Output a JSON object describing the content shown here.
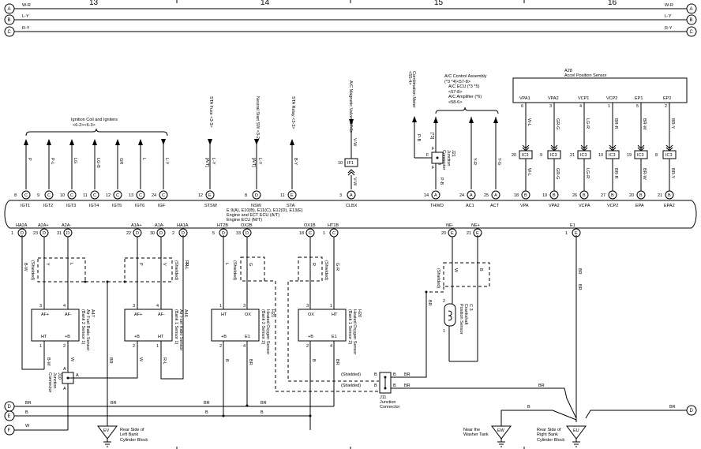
{
  "page_columns": [
    "13",
    "14",
    "15",
    "16"
  ],
  "bus_lines_top": [
    {
      "id": "A",
      "wire": "W-R"
    },
    {
      "id": "B",
      "wire": "L-Y"
    },
    {
      "id": "C",
      "wire": "R-Y"
    }
  ],
  "bus_lines_bottom": [
    {
      "id": "D",
      "wire": "BR"
    },
    {
      "id": "E",
      "wire": "B"
    },
    {
      "id": "F",
      "wire": "W"
    }
  ],
  "ecu": {
    "label_1": "E 9(A), E10(B), E11(C), E12(D), E13(E)",
    "label_2": "Engine and ECT ECU (A/T)",
    "label_3": "Engine ECU (M/T)"
  },
  "ignition": {
    "title": "Ignition Coil and Igniters",
    "ref": "<6-2><6-3>"
  },
  "top_pins": [
    {
      "pin": "8",
      "conn": "C",
      "name": "IGT1",
      "wire": "P"
    },
    {
      "pin": "9",
      "conn": "C",
      "name": "IGT2",
      "wire": "P-L"
    },
    {
      "pin": "10",
      "conn": "C",
      "name": "IGT3",
      "wire": "LG"
    },
    {
      "pin": "11",
      "conn": "C",
      "name": "IGT4",
      "wire": "LG-B"
    },
    {
      "pin": "12",
      "conn": "C",
      "name": "IGT5",
      "wire": "GR"
    },
    {
      "pin": "13",
      "conn": "C",
      "name": "IGT6",
      "wire": "L"
    },
    {
      "pin": "24",
      "conn": "C",
      "name": "IGF",
      "wire": "L-Y"
    },
    {
      "pin": "12",
      "conn": "E",
      "name": "STSW",
      "wire": "L-Y",
      "note": "[A/T]",
      "dest": "STA Fuse <3-3>"
    },
    {
      "pin": "8",
      "conn": "D",
      "name": "NSW",
      "wire": "L-Y",
      "note": "[A/T]",
      "dest": "Neutral Start SW <3-2>"
    },
    {
      "pin": "11",
      "conn": "E",
      "name": "STA",
      "wire": "B-Y",
      "dest": "STA Relay <3-3>"
    },
    {
      "pin": "3",
      "conn": "A",
      "name": "CLBX",
      "wire": "V-W",
      "dest": "A/C Magnetic Valve <57-5>"
    },
    {
      "pin": "14",
      "conn": "A",
      "name": "THWO",
      "wire": "P-B"
    },
    {
      "pin": "24",
      "conn": "A",
      "name": "AC1",
      "wire": "Y-R"
    },
    {
      "pin": "25",
      "conn": "A",
      "name": "ACT",
      "wire": "Y-G"
    }
  ],
  "if1": {
    "pin": "10",
    "label": "IF1",
    "wire_top": "V-W",
    "wire_bottom": "V-W"
  },
  "combination_meter": {
    "title": "Combination Meter",
    "ref": "<55-4>"
  },
  "ac_control": {
    "line1": "A/C Control Assembly",
    "line2": "(*3 *4)<57-8>",
    "line3": "A/C ECU (*3 *5)",
    "line4": "<57-8>",
    "line5": "A/C Amplifier (*6)",
    "line6": "<58-6>"
  },
  "j21": {
    "id": "J21",
    "line1": "Junction",
    "line2": "Connector",
    "terminal": "F",
    "note": "[*3]"
  },
  "accel_sensor": {
    "id": "A28",
    "title": "Accel Position Sensor",
    "terminals": [
      {
        "name": "VPA1",
        "pin": "6",
        "wire": "W-L",
        "ic_pin": "20",
        "ic": "IC3",
        "ecu_pin": "18",
        "ecu_conn": "B",
        "ecu_name": "VPA"
      },
      {
        "name": "VPA2",
        "pin": "3",
        "wire": "GR-G",
        "ic_pin": "9",
        "ic": "IC3",
        "ecu_pin": "19",
        "ecu_conn": "B",
        "ecu_name": "VPA2"
      },
      {
        "name": "VCP1",
        "pin": "4",
        "wire": "LG-R",
        "ic_pin": "21",
        "ic": "IC3",
        "ecu_pin": "26",
        "ecu_conn": "B",
        "ecu_name": "VCPA"
      },
      {
        "name": "VCP2",
        "pin": "1",
        "wire": "BR-R",
        "ic_pin": "10",
        "ic": "IC3",
        "ecu_pin": "27",
        "ecu_conn": "B",
        "ecu_name": "VCP2"
      },
      {
        "name": "EP1",
        "pin": "5",
        "wire": "BR-W",
        "ic_pin": "19",
        "ic": "IC3",
        "ecu_pin": "20",
        "ecu_conn": "B",
        "ecu_name": "EPA"
      },
      {
        "name": "EP2",
        "pin": "2",
        "wire": "BR-Y",
        "ic_pin": "8",
        "ic": "IC3",
        "ecu_pin": "21",
        "ecu_conn": "B",
        "ecu_name": "EPA2"
      }
    ]
  },
  "bottom_pins": [
    {
      "pin": "1",
      "conn": "D",
      "name": "HA2A",
      "wire": "B-W"
    },
    {
      "pin": "23",
      "conn": "D",
      "name": "A2A+",
      "wire": "Y"
    },
    {
      "pin": "31",
      "conn": "D",
      "name": "A2A-",
      "wire": "L"
    },
    {
      "pin": "22",
      "conn": "D",
      "name": "A1A+",
      "wire": "P"
    },
    {
      "pin": "30",
      "conn": "D",
      "name": "A1A-",
      "wire": "V"
    },
    {
      "pin": "2",
      "conn": "D",
      "name": "HA1A",
      "wire": "R-L"
    },
    {
      "pin": "5",
      "conn": "D",
      "name": "HT2B",
      "wire": "L"
    },
    {
      "pin": "33",
      "conn": "D",
      "name": "OX2B",
      "wire": "G"
    },
    {
      "pin": "18",
      "conn": "C",
      "name": "OX1B",
      "wire": "R"
    },
    {
      "pin": "1",
      "conn": "C",
      "name": "HT1B",
      "wire": "G-R"
    },
    {
      "pin": "20",
      "conn": "E",
      "name": "NE-",
      "wire": "W"
    },
    {
      "pin": "21",
      "conn": "E",
      "name": "NE+",
      "wire": "B"
    },
    {
      "pin": "1",
      "conn": "E",
      "name": "E1",
      "wire": "BR"
    }
  ],
  "shielded": "(Shielded)",
  "a47": {
    "id": "A47",
    "line1": "Air Fuel Ratio Sensor",
    "line2": "(Bank 2 Sensor 1)",
    "t1": "AF+",
    "t2": "AF-",
    "t3": "HT",
    "t4": "+B",
    "p1": "3",
    "p2": "4",
    "p3": "1",
    "p4": "2"
  },
  "a46": {
    "id": "A46",
    "line1": "Air Fuel Ratio Sensor",
    "line2": "(Bank 1 Sensor 1)",
    "t1": "AF+",
    "t2": "AF-",
    "t3": "+B",
    "t4": "HT",
    "p1": "3",
    "p2": "4",
    "p3": "2",
    "p4": "1"
  },
  "h21": {
    "id": "H21",
    "line1": "Heated Oxygen Sensor",
    "line2": "(Bank 2 Sensor 2)",
    "t1": "HT",
    "t2": "OX",
    "t3": "+B",
    "t4": "E1",
    "p1": "1",
    "p2": "3",
    "p3": "2",
    "p4": "4"
  },
  "h20": {
    "id": "H20",
    "line1": "Heated Oxygen Sensor",
    "line2": "(Bank 1 Sensor 2)",
    "t1": "OX",
    "t2": "HT",
    "t3": "+B",
    "t4": "E1",
    "p1": "3",
    "p2": "1",
    "p3": "2",
    "p4": "4"
  },
  "c3": {
    "id": "C 3",
    "line1": "Crankshaft",
    "line2": "Position Sensor",
    "p_top": "2",
    "p_bottom": "1"
  },
  "j10": {
    "id": "J10",
    "line1": "Junction",
    "line2": "Connector",
    "terminal": "A"
  },
  "j11": {
    "id": "J11",
    "line1": "Junction",
    "line2": "Connector",
    "terminal": "B"
  },
  "wires_misc": {
    "br": "BR",
    "b": "B",
    "w": "W",
    "bw": "B-W",
    "rl": "R-L"
  },
  "grounds": [
    {
      "id": "EV",
      "line1": "Rear Side of",
      "line2": "Left Bank",
      "line3": "Cylinder Block"
    },
    {
      "id": "EW",
      "line1": "Near the",
      "line2": "Washer Tank"
    },
    {
      "id": "EU",
      "line1": "Rear Side of",
      "line2": "Right Bank",
      "line3": "Cylinder Block"
    }
  ]
}
